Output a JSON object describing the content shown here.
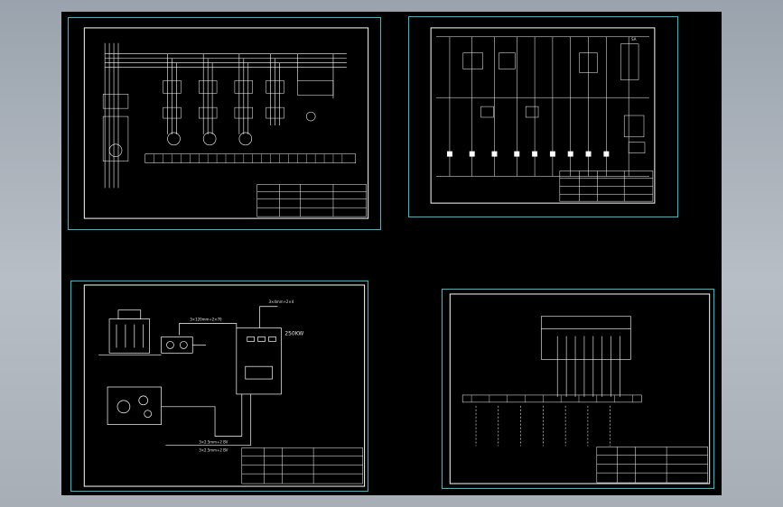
{
  "colors": {
    "background": "#000000",
    "frame_cyan": "#19c4cc",
    "line_white": "#ffffff"
  },
  "sheet_top_right": {
    "labels": {
      "sa": "SA"
    }
  },
  "sheet_bottom_left": {
    "labels": {
      "power_line": "3×120mm+2×70",
      "sbox_line": "3×4mm+2×4",
      "device_title": "250KW",
      "cable_a": "3×2.5mm+2 BV",
      "cable_b": "3×2.5mm+2 BV"
    }
  },
  "sheet_bottom_right": {
    "labels": {}
  }
}
